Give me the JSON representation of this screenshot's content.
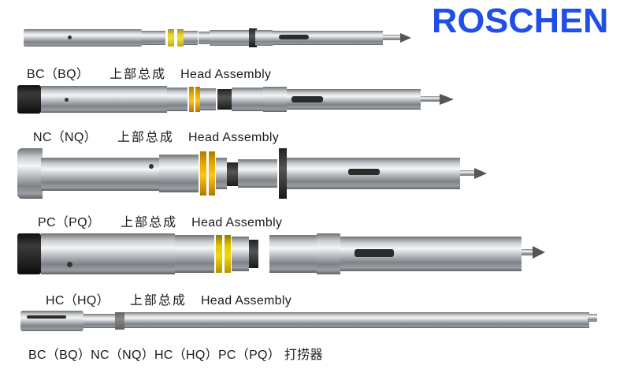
{
  "brand": {
    "name": "ROSCHEN",
    "color": "#1f4fe8"
  },
  "assemblies": [
    {
      "model": "BC（BQ）",
      "cn": "上部总成",
      "en": "Head Assembly"
    },
    {
      "model": "NC（NQ）",
      "cn": "上部总成",
      "en": "Head Assembly"
    },
    {
      "model": "PC（PQ）",
      "cn": "上部总成",
      "en": "Head Assembly"
    },
    {
      "model": "HC（HQ）",
      "cn": "上部总成",
      "en": "Head Assembly"
    }
  ],
  "overshot": {
    "label": "BC（BQ）NC（NQ）HC（HQ）PC（PQ） 打捞器"
  },
  "images": [
    {
      "name": "bc-head-assembly-photo"
    },
    {
      "name": "nc-head-assembly-photo"
    },
    {
      "name": "pc-head-assembly-photo"
    },
    {
      "name": "hc-head-assembly-photo"
    },
    {
      "name": "overshot-photo"
    }
  ]
}
